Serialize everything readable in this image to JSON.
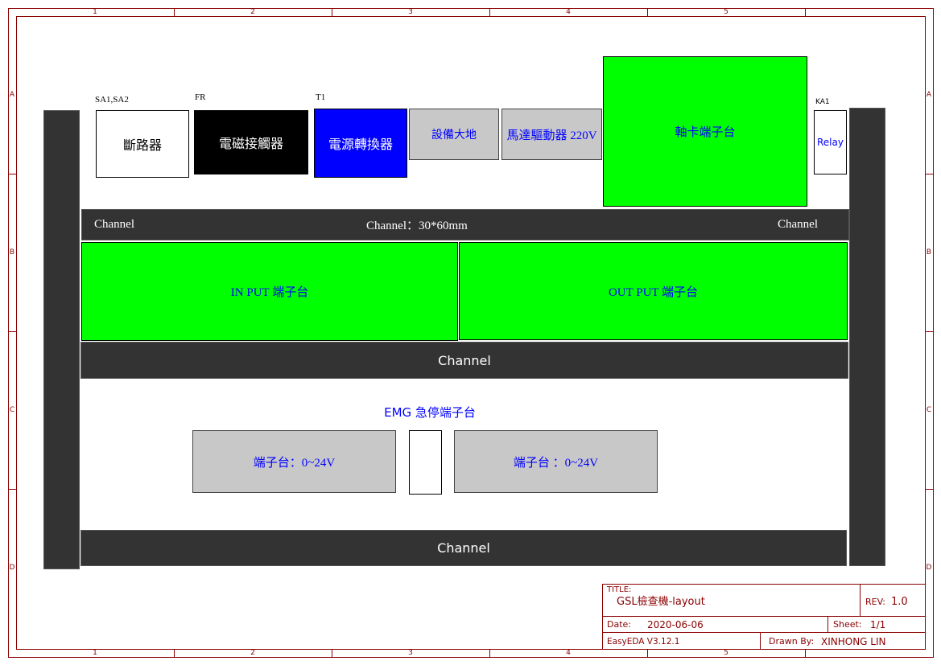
{
  "frame": {
    "columns": [
      "1",
      "2",
      "3",
      "4",
      "5"
    ],
    "rows": [
      "A",
      "B",
      "C",
      "D"
    ]
  },
  "components": {
    "breaker": {
      "ref": "SA1,SA2",
      "label": "斷路器"
    },
    "contactor": {
      "ref": "FR",
      "label": "電磁接觸器"
    },
    "power_converter": {
      "ref": "T1",
      "label": "電源轉換器"
    },
    "equipment_ground": {
      "label": "設備大地"
    },
    "motor_driver": {
      "label": "馬達驅動器 220V"
    },
    "axis_card_terminal": {
      "label": "軸卡端子台"
    },
    "relay": {
      "ref": "KA1",
      "label": "Relay"
    },
    "input_terminal": {
      "label": "IN PUT 端子台"
    },
    "output_terminal": {
      "label": "OUT PUT 端子台"
    }
  },
  "emg": {
    "title": "EMG 急停端子台",
    "left_terminal": "端子台：0~24V",
    "right_terminal": "端子台 ：0~24V"
  },
  "channels": {
    "top": {
      "left": "Channel",
      "center": "Channel：30*60mm",
      "right": "Channel"
    },
    "middle": "Channel",
    "bottom": "Channel"
  },
  "title_block": {
    "title_caption": "TITLE:",
    "title": "GSL檢查機-layout",
    "rev_caption": "REV:",
    "rev": "1.0",
    "date_caption": "Date:",
    "date": "2020-06-06",
    "sheet_caption": "Sheet:",
    "sheet": "1/1",
    "software": "EasyEDA V3.12.1",
    "drawn_by_caption": "Drawn By:",
    "drawn_by": "XINHONG LIN"
  },
  "colors": {
    "frame": "#8b0000",
    "channel": "#333333",
    "terminal_green": "#00ff00",
    "converter_blue": "#0000ff",
    "panel_gray": "#c8c8c8",
    "label_blue": "#0000ff"
  }
}
